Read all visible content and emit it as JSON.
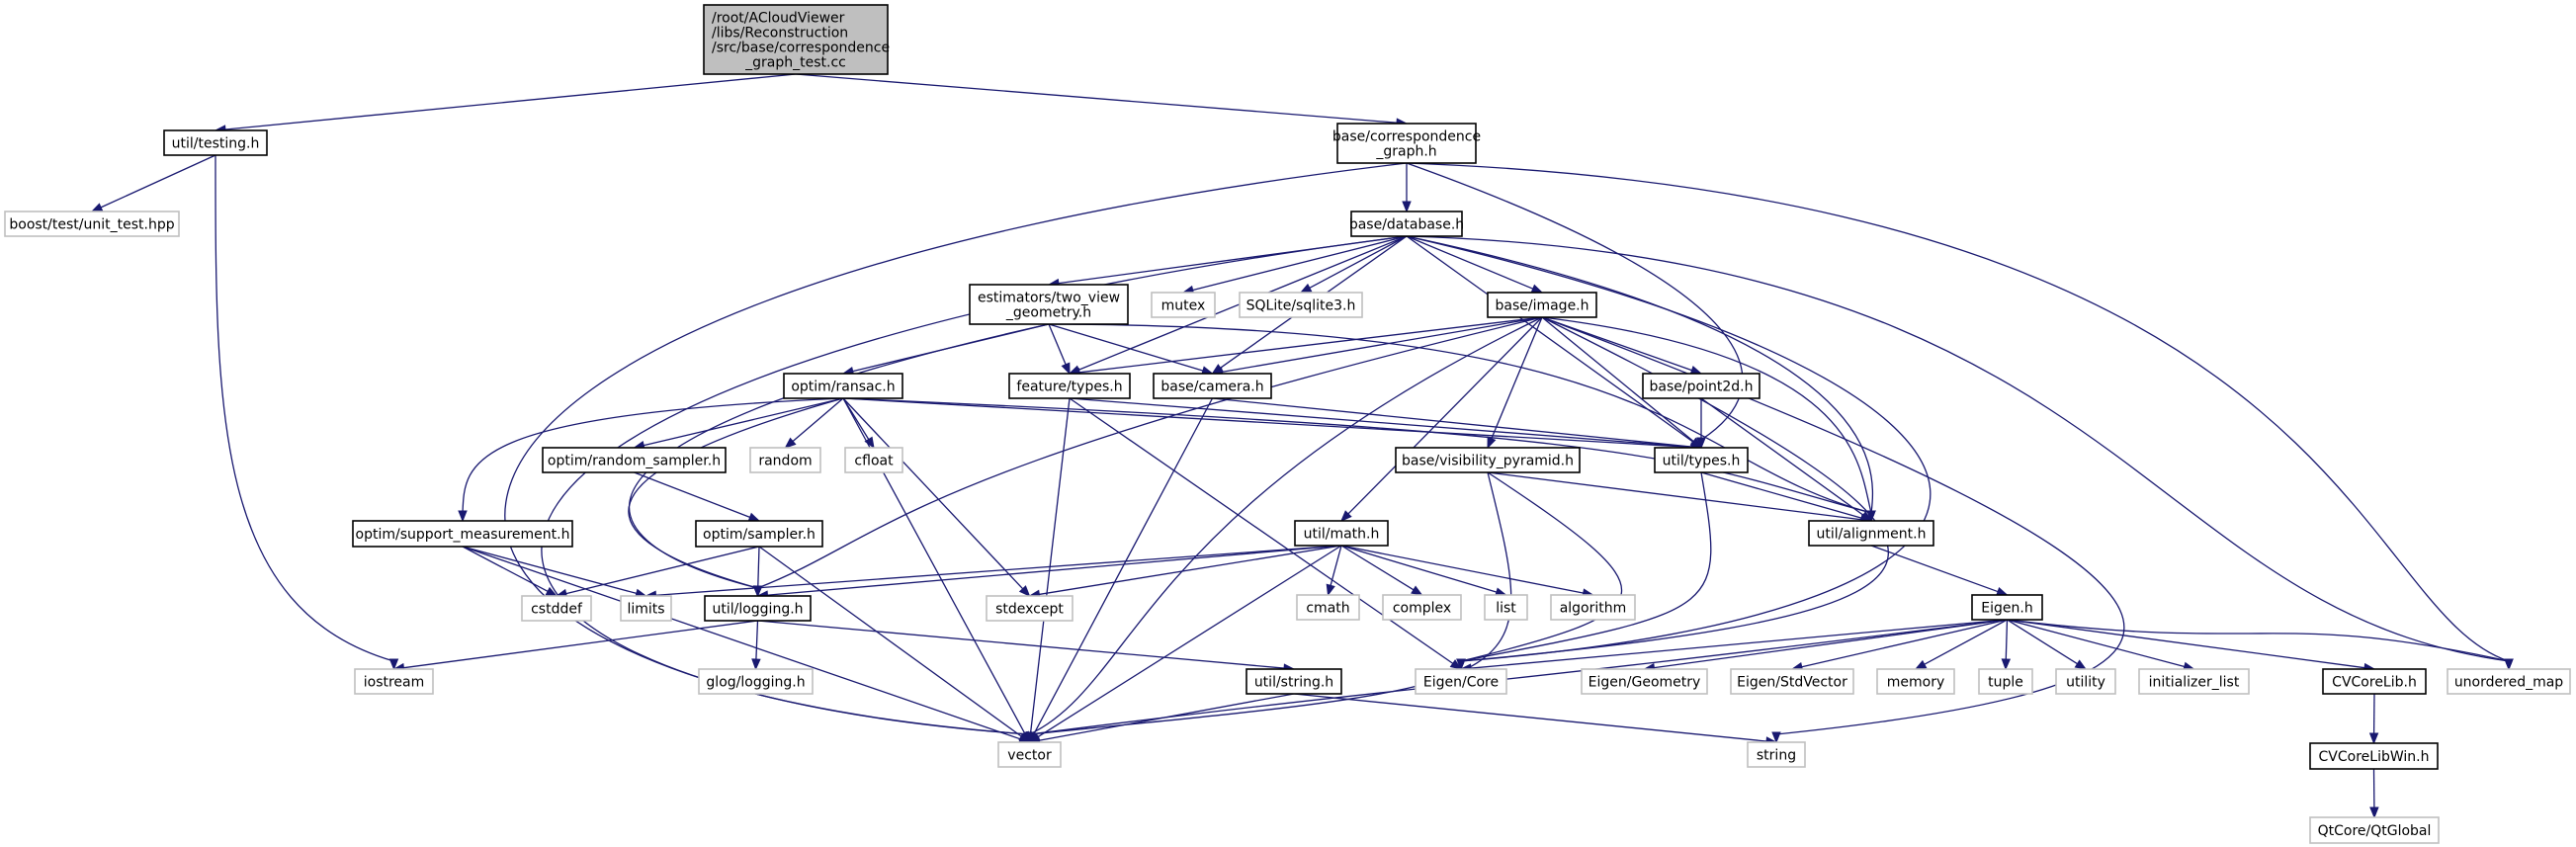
{
  "graph": {
    "title": "Include dependency graph for correspondence_graph_test.cc",
    "edge_color": "#191970",
    "root_fill": "#bfbfbf",
    "internal_border": "#000000",
    "external_border": "#bfbfbf",
    "nodes": [
      {
        "id": "root",
        "kind": "root",
        "lines": [
          "/root/ACloudViewer",
          "/libs/Reconstruction",
          "/src/base/correspondence",
          "_graph_test.cc"
        ]
      },
      {
        "id": "util_testing",
        "kind": "internal",
        "lines": [
          "util/testing.h"
        ]
      },
      {
        "id": "boost_unit_test",
        "kind": "external",
        "lines": [
          "boost/test/unit_test.hpp"
        ]
      },
      {
        "id": "corr_graph",
        "kind": "internal",
        "lines": [
          "base/correspondence",
          "_graph.h"
        ]
      },
      {
        "id": "database",
        "kind": "internal",
        "lines": [
          "base/database.h"
        ]
      },
      {
        "id": "two_view",
        "kind": "internal",
        "lines": [
          "estimators/two_view",
          "_geometry.h"
        ]
      },
      {
        "id": "mutex",
        "kind": "external",
        "lines": [
          "mutex"
        ]
      },
      {
        "id": "sqlite3",
        "kind": "external",
        "lines": [
          "SQLite/sqlite3.h"
        ]
      },
      {
        "id": "image",
        "kind": "internal",
        "lines": [
          "base/image.h"
        ]
      },
      {
        "id": "ransac",
        "kind": "internal",
        "lines": [
          "optim/ransac.h"
        ]
      },
      {
        "id": "feature_types",
        "kind": "internal",
        "lines": [
          "feature/types.h"
        ]
      },
      {
        "id": "camera",
        "kind": "internal",
        "lines": [
          "base/camera.h"
        ]
      },
      {
        "id": "point2d",
        "kind": "internal",
        "lines": [
          "base/point2d.h"
        ]
      },
      {
        "id": "random_sampler",
        "kind": "internal",
        "lines": [
          "optim/random_sampler.h"
        ]
      },
      {
        "id": "random",
        "kind": "external",
        "lines": [
          "random"
        ]
      },
      {
        "id": "cfloat",
        "kind": "external",
        "lines": [
          "cfloat"
        ]
      },
      {
        "id": "vis_pyramid",
        "kind": "internal",
        "lines": [
          "base/visibility_pyramid.h"
        ]
      },
      {
        "id": "util_types",
        "kind": "internal",
        "lines": [
          "util/types.h"
        ]
      },
      {
        "id": "support_meas",
        "kind": "internal",
        "lines": [
          "optim/support_measurement.h"
        ]
      },
      {
        "id": "sampler",
        "kind": "internal",
        "lines": [
          "optim/sampler.h"
        ]
      },
      {
        "id": "util_math",
        "kind": "internal",
        "lines": [
          "util/math.h"
        ]
      },
      {
        "id": "alignment",
        "kind": "internal",
        "lines": [
          "util/alignment.h"
        ]
      },
      {
        "id": "cstddef",
        "kind": "external",
        "lines": [
          "cstddef"
        ]
      },
      {
        "id": "limits",
        "kind": "external",
        "lines": [
          "limits"
        ]
      },
      {
        "id": "logging",
        "kind": "internal",
        "lines": [
          "util/logging.h"
        ]
      },
      {
        "id": "stdexcept",
        "kind": "external",
        "lines": [
          "stdexcept"
        ]
      },
      {
        "id": "cmath",
        "kind": "external",
        "lines": [
          "cmath"
        ]
      },
      {
        "id": "complex",
        "kind": "external",
        "lines": [
          "complex"
        ]
      },
      {
        "id": "list",
        "kind": "external",
        "lines": [
          "list"
        ]
      },
      {
        "id": "algorithm",
        "kind": "external",
        "lines": [
          "algorithm"
        ]
      },
      {
        "id": "eigen_h",
        "kind": "internal",
        "lines": [
          "Eigen.h"
        ]
      },
      {
        "id": "iostream",
        "kind": "external",
        "lines": [
          "iostream"
        ]
      },
      {
        "id": "glog",
        "kind": "external",
        "lines": [
          "glog/logging.h"
        ]
      },
      {
        "id": "util_string",
        "kind": "internal",
        "lines": [
          "util/string.h"
        ]
      },
      {
        "id": "eigen_core",
        "kind": "external",
        "lines": [
          "Eigen/Core"
        ]
      },
      {
        "id": "eigen_geometry",
        "kind": "external",
        "lines": [
          "Eigen/Geometry"
        ]
      },
      {
        "id": "eigen_stdvector",
        "kind": "external",
        "lines": [
          "Eigen/StdVector"
        ]
      },
      {
        "id": "memory",
        "kind": "external",
        "lines": [
          "memory"
        ]
      },
      {
        "id": "tuple",
        "kind": "external",
        "lines": [
          "tuple"
        ]
      },
      {
        "id": "utility",
        "kind": "external",
        "lines": [
          "utility"
        ]
      },
      {
        "id": "initializer_list",
        "kind": "external",
        "lines": [
          "initializer_list"
        ]
      },
      {
        "id": "cvcorelib",
        "kind": "internal",
        "lines": [
          "CVCoreLib.h"
        ]
      },
      {
        "id": "unordered_map",
        "kind": "external",
        "lines": [
          "unordered_map"
        ]
      },
      {
        "id": "vector",
        "kind": "external",
        "lines": [
          "vector"
        ]
      },
      {
        "id": "string",
        "kind": "external",
        "lines": [
          "string"
        ]
      },
      {
        "id": "cvcorelibwin",
        "kind": "internal",
        "lines": [
          "CVCoreLibWin.h"
        ]
      },
      {
        "id": "qtglobal",
        "kind": "external",
        "lines": [
          "QtCore/QtGlobal"
        ]
      }
    ],
    "edges": [
      [
        "root",
        "util_testing"
      ],
      [
        "root",
        "corr_graph"
      ],
      [
        "util_testing",
        "boost_unit_test"
      ],
      [
        "util_testing",
        "iostream"
      ],
      [
        "corr_graph",
        "database"
      ],
      [
        "corr_graph",
        "vector"
      ],
      [
        "corr_graph",
        "util_types"
      ],
      [
        "corr_graph",
        "unordered_map"
      ],
      [
        "database",
        "two_view"
      ],
      [
        "database",
        "mutex"
      ],
      [
        "database",
        "sqlite3"
      ],
      [
        "database",
        "image"
      ],
      [
        "database",
        "vector"
      ],
      [
        "database",
        "feature_types"
      ],
      [
        "database",
        "camera"
      ],
      [
        "database",
        "util_types"
      ],
      [
        "database",
        "alignment"
      ],
      [
        "database",
        "eigen_core"
      ],
      [
        "database",
        "unordered_map"
      ],
      [
        "two_view",
        "ransac"
      ],
      [
        "two_view",
        "feature_types"
      ],
      [
        "two_view",
        "camera"
      ],
      [
        "two_view",
        "logging"
      ],
      [
        "two_view",
        "alignment"
      ],
      [
        "image",
        "camera"
      ],
      [
        "image",
        "feature_types"
      ],
      [
        "image",
        "point2d"
      ],
      [
        "image",
        "vis_pyramid"
      ],
      [
        "image",
        "util_types"
      ],
      [
        "image",
        "util_math"
      ],
      [
        "image",
        "logging"
      ],
      [
        "image",
        "vector"
      ],
      [
        "image",
        "alignment"
      ],
      [
        "image",
        "string"
      ],
      [
        "image",
        "eigen_core"
      ],
      [
        "ransac",
        "random_sampler"
      ],
      [
        "ransac",
        "random"
      ],
      [
        "ransac",
        "cfloat"
      ],
      [
        "ransac",
        "support_meas"
      ],
      [
        "ransac",
        "logging"
      ],
      [
        "ransac",
        "vector"
      ],
      [
        "ransac",
        "stdexcept"
      ],
      [
        "ransac",
        "util_types"
      ],
      [
        "ransac",
        "alignment"
      ],
      [
        "feature_types",
        "util_types"
      ],
      [
        "feature_types",
        "vector"
      ],
      [
        "feature_types",
        "eigen_core"
      ],
      [
        "camera",
        "util_types"
      ],
      [
        "camera",
        "vector"
      ],
      [
        "point2d",
        "util_types"
      ],
      [
        "point2d",
        "alignment"
      ],
      [
        "random_sampler",
        "sampler"
      ],
      [
        "vis_pyramid",
        "alignment"
      ],
      [
        "vis_pyramid",
        "vector"
      ],
      [
        "vis_pyramid",
        "eigen_core"
      ],
      [
        "util_types",
        "alignment"
      ],
      [
        "util_types",
        "eigen_core"
      ],
      [
        "support_meas",
        "cstddef"
      ],
      [
        "support_meas",
        "limits"
      ],
      [
        "support_meas",
        "vector"
      ],
      [
        "sampler",
        "cstddef"
      ],
      [
        "sampler",
        "logging"
      ],
      [
        "sampler",
        "vector"
      ],
      [
        "util_math",
        "cmath"
      ],
      [
        "util_math",
        "complex"
      ],
      [
        "util_math",
        "list"
      ],
      [
        "util_math",
        "algorithm"
      ],
      [
        "util_math",
        "limits"
      ],
      [
        "util_math",
        "logging"
      ],
      [
        "util_math",
        "stdexcept"
      ],
      [
        "util_math",
        "vector"
      ],
      [
        "alignment",
        "eigen_h"
      ],
      [
        "logging",
        "iostream"
      ],
      [
        "logging",
        "glog"
      ],
      [
        "logging",
        "util_string"
      ],
      [
        "util_string",
        "string"
      ],
      [
        "util_string",
        "vector"
      ],
      [
        "eigen_h",
        "eigen_core"
      ],
      [
        "eigen_h",
        "eigen_geometry"
      ],
      [
        "eigen_h",
        "eigen_stdvector"
      ],
      [
        "eigen_h",
        "memory"
      ],
      [
        "eigen_h",
        "tuple"
      ],
      [
        "eigen_h",
        "utility"
      ],
      [
        "eigen_h",
        "initializer_list"
      ],
      [
        "eigen_h",
        "cvcorelib"
      ],
      [
        "eigen_h",
        "unordered_map"
      ],
      [
        "eigen_h",
        "vector"
      ],
      [
        "cvcorelib",
        "cvcorelibwin"
      ],
      [
        "cvcorelibwin",
        "qtglobal"
      ]
    ]
  }
}
